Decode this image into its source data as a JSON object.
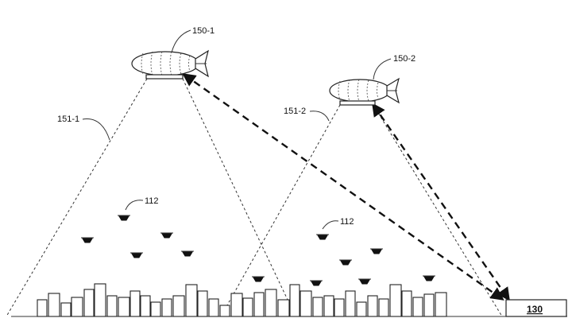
{
  "labels": {
    "airship1": "150-1",
    "airship2": "150-2",
    "coverage1": "151-1",
    "coverage2": "151-2",
    "drones_left": "112",
    "drones_right": "112",
    "station": "130"
  }
}
